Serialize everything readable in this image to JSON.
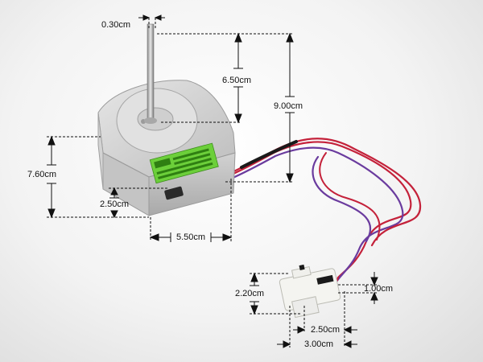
{
  "image": {
    "subject": "motor-with-wire-harness-and-connector"
  },
  "dimensions": {
    "shaft_diameter": "0.30cm",
    "shaft_length": "6.50cm",
    "overall_height": "9.00cm",
    "body_height": "7.60cm",
    "outlet_height": "2.50cm",
    "outlet_width": "5.50cm",
    "connector_height": "2.20cm",
    "connector_tab_height": "1.00cm",
    "connector_inner_width": "2.50cm",
    "connector_overall_width": "3.00cm"
  },
  "colors": {
    "housing": "#d9d9d9",
    "label_green": "#6ccf3a",
    "wire_red": "#c4213a",
    "wire_purple": "#6a3b9e",
    "wire_black": "#1a1a1a",
    "connector": "#f4f4f0"
  }
}
